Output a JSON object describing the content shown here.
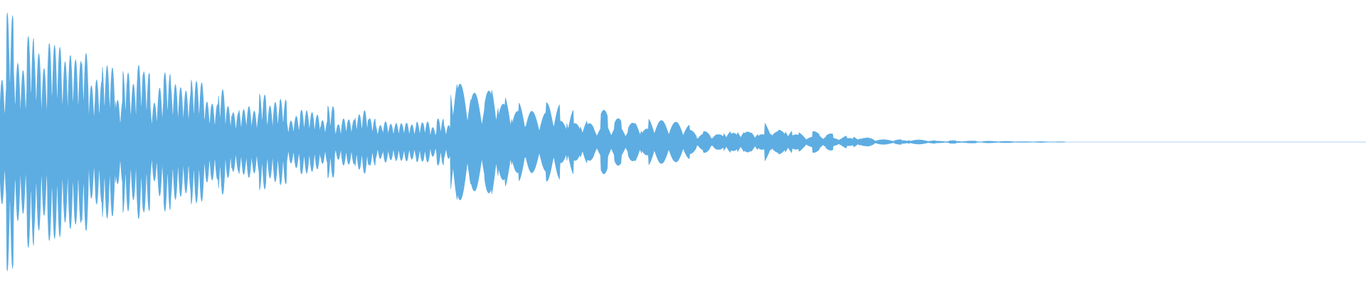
{
  "waveform": {
    "color": "#5dade2",
    "background": "#ffffff",
    "description_segments": [
      {
        "t0": 0.0,
        "t1": 0.33,
        "amp": 1.0,
        "decay": 1.8,
        "cycles_per_unit": 260
      },
      {
        "t0": 0.33,
        "t1": 0.56,
        "amp": 0.55,
        "decay": 2.6,
        "cycles_per_unit": 95
      },
      {
        "t0": 0.56,
        "t1": 0.78,
        "amp": 0.16,
        "decay": 6.5,
        "cycles_per_unit": 78
      }
    ]
  }
}
